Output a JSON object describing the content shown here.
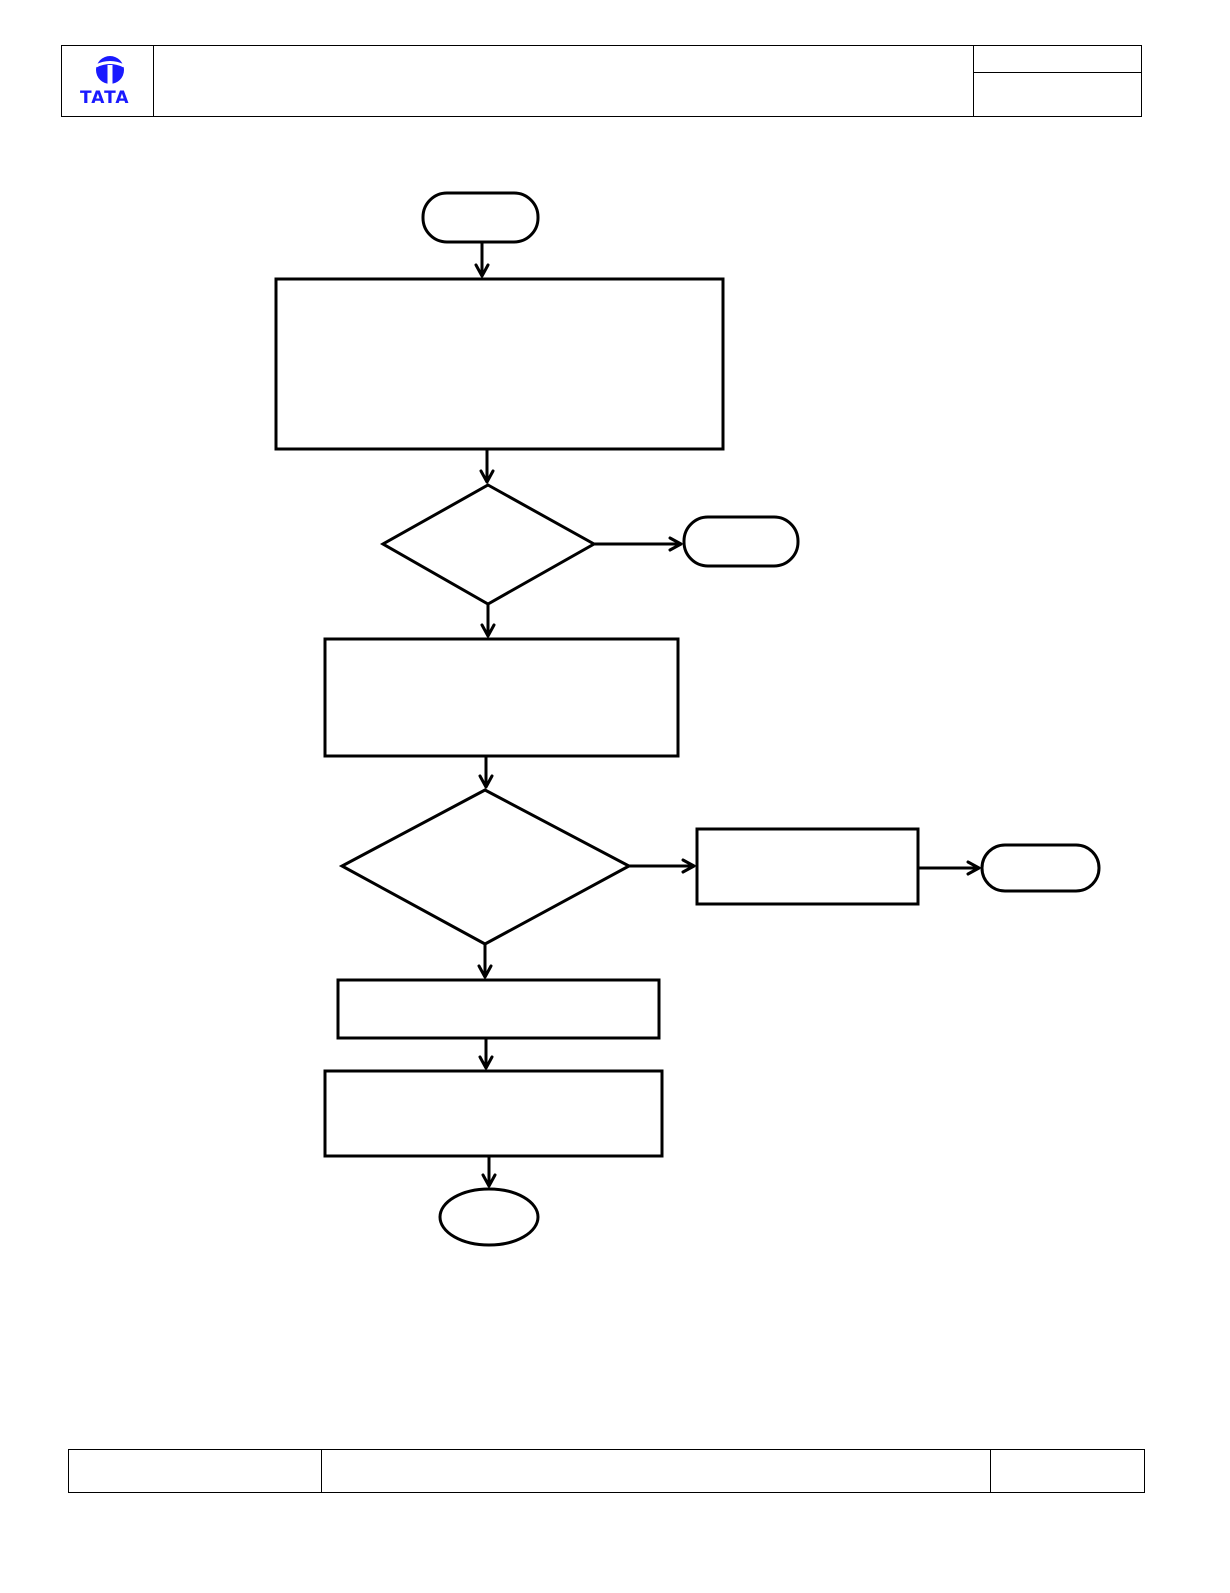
{
  "header": {
    "logo": {
      "wordmark": "TATA",
      "color": "#1a1aff",
      "icon": "tata-logo-icon"
    },
    "title": "",
    "meta_top": "",
    "meta_bottom": ""
  },
  "footer": {
    "left": "",
    "middle": "",
    "right": ""
  },
  "flowchart": {
    "nodes": [
      {
        "id": "start",
        "shape": "terminator",
        "label": ""
      },
      {
        "id": "process-1",
        "shape": "process",
        "label": ""
      },
      {
        "id": "decision-1",
        "shape": "decision",
        "label": ""
      },
      {
        "id": "terminator-2",
        "shape": "terminator",
        "label": ""
      },
      {
        "id": "process-2",
        "shape": "process",
        "label": ""
      },
      {
        "id": "decision-2",
        "shape": "decision",
        "label": ""
      },
      {
        "id": "process-3",
        "shape": "process",
        "label": ""
      },
      {
        "id": "terminator-3",
        "shape": "terminator",
        "label": ""
      },
      {
        "id": "process-4",
        "shape": "process",
        "label": ""
      },
      {
        "id": "process-5",
        "shape": "process",
        "label": ""
      },
      {
        "id": "end",
        "shape": "ellipse",
        "label": ""
      }
    ],
    "edges": [
      {
        "from": "start",
        "to": "process-1",
        "label": ""
      },
      {
        "from": "process-1",
        "to": "decision-1",
        "label": ""
      },
      {
        "from": "decision-1",
        "to": "terminator-2",
        "label": ""
      },
      {
        "from": "decision-1",
        "to": "process-2",
        "label": ""
      },
      {
        "from": "process-2",
        "to": "decision-2",
        "label": ""
      },
      {
        "from": "decision-2",
        "to": "process-3",
        "label": ""
      },
      {
        "from": "process-3",
        "to": "terminator-3",
        "label": ""
      },
      {
        "from": "decision-2",
        "to": "process-4",
        "label": ""
      },
      {
        "from": "process-4",
        "to": "process-5",
        "label": ""
      },
      {
        "from": "process-5",
        "to": "end",
        "label": ""
      }
    ]
  }
}
